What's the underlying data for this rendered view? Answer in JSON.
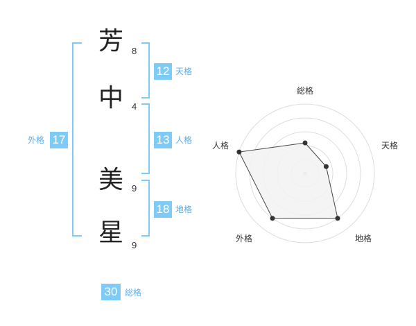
{
  "name": {
    "chars": [
      {
        "char": "芳",
        "strokes": "8"
      },
      {
        "char": "中",
        "strokes": "4"
      },
      {
        "char": "美",
        "strokes": "9"
      },
      {
        "char": "星",
        "strokes": "9"
      }
    ]
  },
  "kakusu": {
    "tenkaku": {
      "value": "12",
      "label": "天格"
    },
    "jinkaku": {
      "value": "13",
      "label": "人格"
    },
    "chikaku": {
      "value": "18",
      "label": "地格"
    },
    "gaikaku": {
      "value": "17",
      "label": "外格"
    },
    "soukaku": {
      "value": "30",
      "label": "総格"
    }
  },
  "colors": {
    "accent": "#7fcbf7",
    "accent_text": "#5aaee8",
    "radar_fill": "#f2f2f2",
    "radar_ring": "#dddddd",
    "point": "#333333"
  },
  "chart_data": {
    "type": "radar",
    "categories": [
      "総格",
      "天格",
      "地格",
      "外格",
      "人格"
    ],
    "values": [
      2.2,
      1.6,
      4.0,
      4.0,
      5.0
    ],
    "range": [
      0,
      5
    ],
    "rings": 5
  }
}
